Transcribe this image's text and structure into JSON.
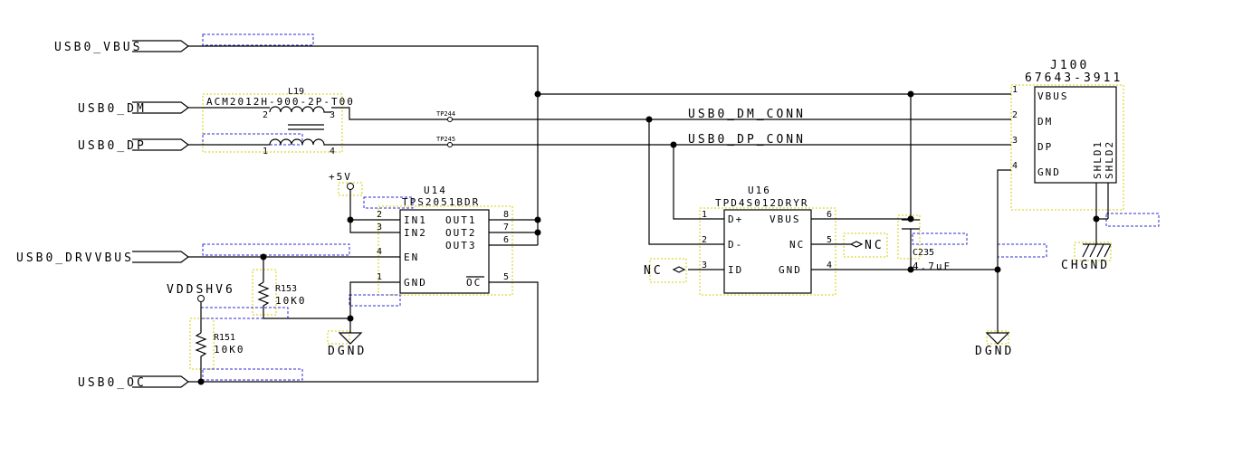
{
  "nets": {
    "usb0_vbus": "USB0_VBUS",
    "usb0_dm": "USB0_DM",
    "usb0_dp": "USB0_DP",
    "usb0_drvvbus": "USB0_DRVVBUS",
    "usb0_oc": "USB0_OC",
    "usb0_dm_conn": "USB0_DM_CONN",
    "usb0_dp_conn": "USB0_DP_CONN"
  },
  "power": {
    "p5v": "+5V",
    "vddshv6": "VDDSHV6",
    "dgnd": "DGND",
    "chgnd": "CHGND",
    "nc": "NC"
  },
  "l19": {
    "ref": "L19",
    "part": "ACM2012H-900-2P-T00",
    "pins": [
      "2",
      "3",
      "1",
      "4"
    ]
  },
  "tp": [
    "TP244",
    "TP245"
  ],
  "u14": {
    "ref": "U14",
    "part": "TPS2051BDR",
    "pins_left": [
      {
        "num": "2",
        "name": "IN1"
      },
      {
        "num": "3",
        "name": "IN2"
      },
      {
        "num": "4",
        "name": "EN"
      },
      {
        "num": "1",
        "name": "GND"
      }
    ],
    "pins_right": [
      {
        "num": "8",
        "name": "OUT1"
      },
      {
        "num": "7",
        "name": "OUT2"
      },
      {
        "num": "6",
        "name": "OUT3"
      },
      {
        "num": "5",
        "name": "OC"
      }
    ]
  },
  "u16": {
    "ref": "U16",
    "part": "TPD4S012DRYR",
    "pins_left": [
      {
        "num": "1",
        "name": "D+"
      },
      {
        "num": "2",
        "name": "D-"
      },
      {
        "num": "3",
        "name": "ID"
      }
    ],
    "pins_right": [
      {
        "num": "6",
        "name": "VBUS"
      },
      {
        "num": "5",
        "name": "NC"
      },
      {
        "num": "4",
        "name": "GND"
      }
    ]
  },
  "j100": {
    "ref": "J100",
    "part": "67643-3911",
    "pins": [
      {
        "num": "1",
        "name": "VBUS"
      },
      {
        "num": "2",
        "name": "DM"
      },
      {
        "num": "3",
        "name": "DP"
      },
      {
        "num": "4",
        "name": "GND"
      }
    ],
    "shield": [
      "SHLD1",
      "SHLD2"
    ]
  },
  "r153": {
    "ref": "R153",
    "value": "10K0"
  },
  "r151": {
    "ref": "R151",
    "value": "10K0"
  },
  "c235": {
    "ref": "C235",
    "value": "4.7uF"
  }
}
